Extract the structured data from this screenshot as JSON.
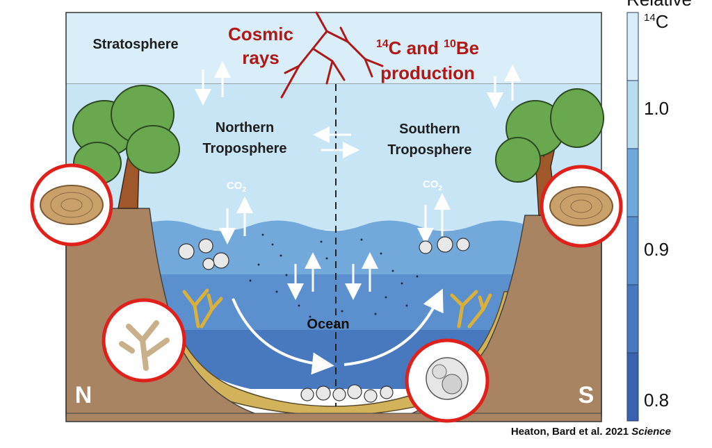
{
  "labels": {
    "stratosphere": "Stratosphere",
    "cosmic_rays_1": "Cosmic",
    "cosmic_rays_2": "rays",
    "production_1_a": "14",
    "production_1_b": "C and ",
    "production_1_c": "10",
    "production_1_d": "Be",
    "production_2": "production",
    "north_trop_1": "Northern",
    "north_trop_2": "Troposphere",
    "south_trop_1": "Southern",
    "south_trop_2": "Troposphere",
    "co2_base": "CO",
    "co2_sub": "2",
    "ocean": "Ocean",
    "north": "N",
    "south": "S"
  },
  "colorbar": {
    "title_partial": "Relative",
    "unit_sup": "14",
    "unit_main": "C",
    "tick_labels": [
      "1.0",
      "0.9",
      "0.8"
    ],
    "colors": [
      "#d8edf7",
      "#b8dcf0",
      "#6fa9dc",
      "#5a8fcd",
      "#4878bd",
      "#3a63ad"
    ]
  },
  "credit": {
    "authors": "Heaton, Bard et al. 2021 ",
    "journal": "Science"
  },
  "colors": {
    "stratosphere": "#d9eef8",
    "troposphere": "#c8e5f6",
    "ocean_top": "#73a8db",
    "ocean_mid": "#5b8fcd",
    "ocean_deep": "#4878bd",
    "land": "#a98462",
    "sediment": "#d2b25a",
    "accent_red": "#b01818"
  }
}
